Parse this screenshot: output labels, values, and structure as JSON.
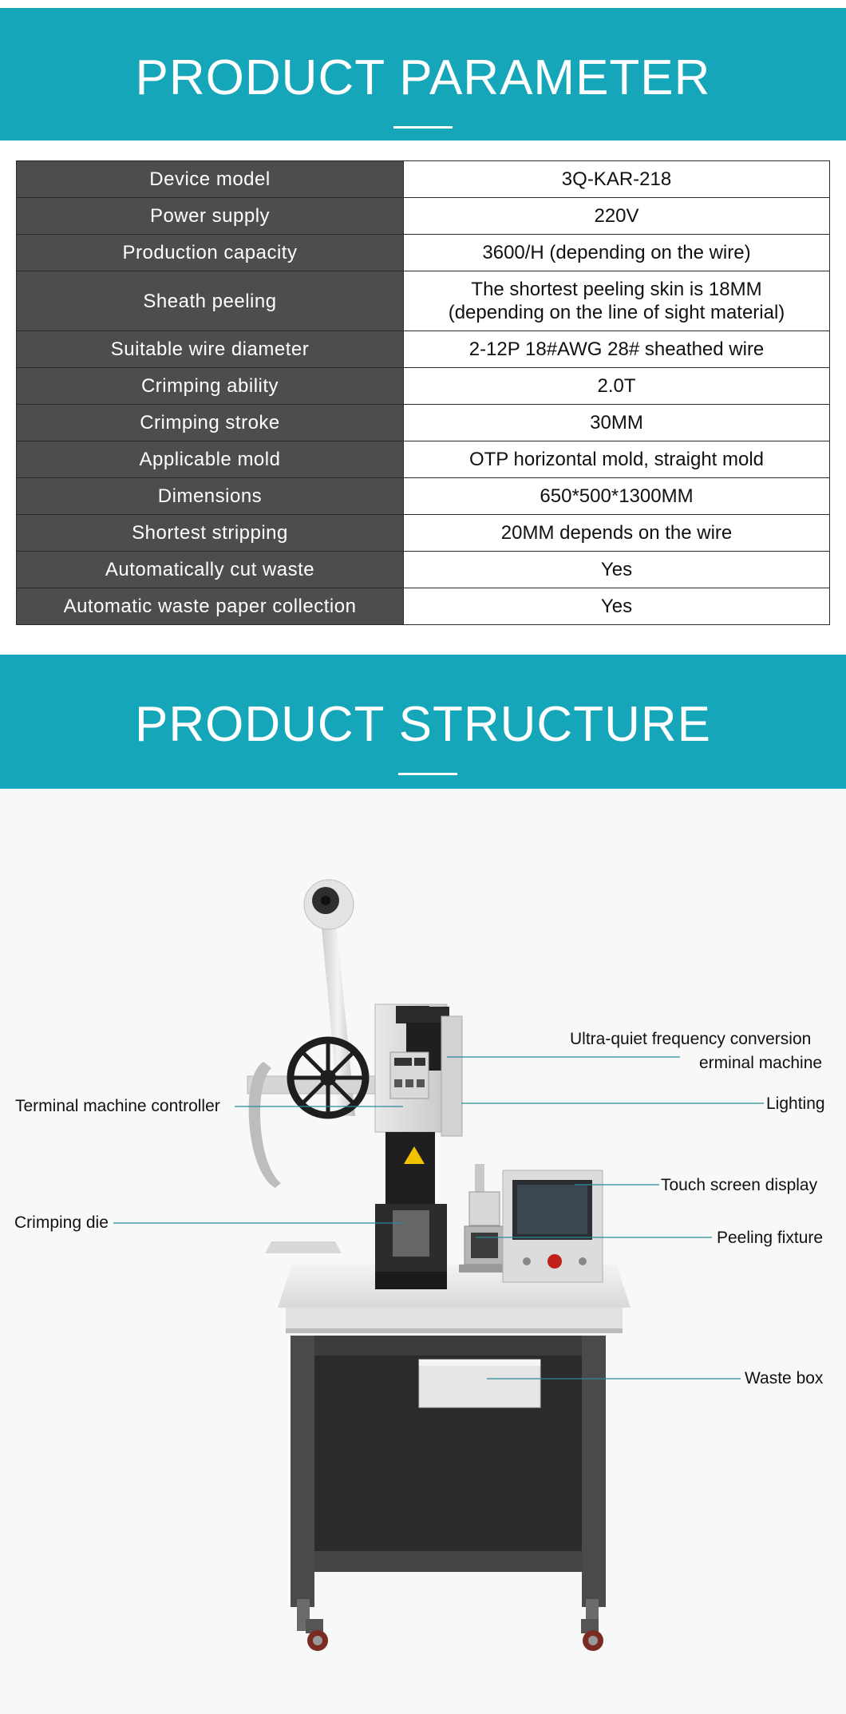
{
  "section1": {
    "title": "PRODUCT PARAMETER"
  },
  "params": [
    {
      "key": "Device model",
      "value": "3Q-KAR-218"
    },
    {
      "key": "Power supply",
      "value": "220V"
    },
    {
      "key": "Production capacity",
      "value": "3600/H (depending on the wire)"
    },
    {
      "key": "Sheath peeling",
      "value": "The shortest peeling skin is 18MM",
      "value2": "(depending on the line of sight material)"
    },
    {
      "key": "Suitable wire diameter",
      "value": "2-12P 18#AWG 28# sheathed wire"
    },
    {
      "key": "Crimping ability",
      "value": "2.0T"
    },
    {
      "key": "Crimping stroke",
      "value": "30MM"
    },
    {
      "key": "Applicable mold",
      "value": "OTP horizontal mold, straight mold"
    },
    {
      "key": "Dimensions",
      "value": "650*500*1300MM"
    },
    {
      "key": "Shortest stripping",
      "value": "20MM depends on the wire"
    },
    {
      "key": "Automatically cut waste",
      "value": "Yes"
    },
    {
      "key": "Automatic waste paper collection",
      "value": "Yes"
    }
  ],
  "section2": {
    "title": "PRODUCT STRUCTURE"
  },
  "callouts": {
    "ultra_quiet_1": "Ultra-quiet frequency conversion",
    "ultra_quiet_2": "erminal machine",
    "terminal_controller": "Terminal machine controller",
    "lighting": "Lighting",
    "touch_screen": "Touch screen display",
    "crimping_die": "Crimping die",
    "peeling_fixture": "Peeling fixture",
    "waste_box": "Waste box"
  },
  "colors": {
    "banner": "#16a6b9",
    "key_cell": "#4d4d4d",
    "leader_line": "#2a8a9a"
  }
}
